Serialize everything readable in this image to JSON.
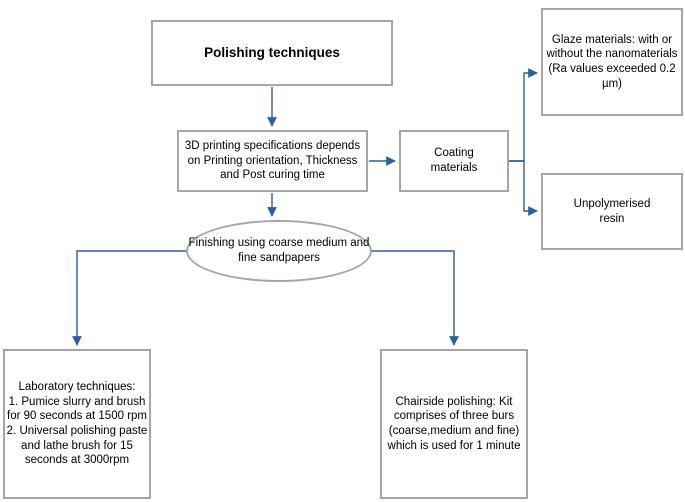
{
  "diagram": {
    "title": "Polishing techniques flowchart",
    "colors": {
      "node_border": "#a6a6a6",
      "connector": "#2e5fa3",
      "background": "#ffffff",
      "text": "#000000"
    },
    "nodes": {
      "polishing_techniques": {
        "label": "Polishing techniques",
        "shape": "rectangle"
      },
      "printing_specs": {
        "label": "3D printing specifications depends on Printing orientation, Thickness and Post curing time",
        "shape": "rounded-rectangle"
      },
      "coating_materials": {
        "label": "Coating\nmaterials",
        "shape": "rectangle"
      },
      "glaze_materials": {
        "label": "Glaze materials: with or without the nanomaterials (Ra values exceeded 0.2  µm)",
        "shape": "rectangle"
      },
      "unpolymerised_resin": {
        "label": "Unpolymerised\nresin",
        "shape": "rectangle"
      },
      "finishing": {
        "label": "Finishing using coarse medium and fine sandpapers",
        "shape": "ellipse"
      },
      "laboratory_techniques": {
        "label": "Laboratory techniques:\n1. Pumice slurry and brush for 90 seconds at 1500 rpm\n2. Universal polishing paste and lathe brush for 15 seconds at 3000rpm",
        "shape": "rectangle"
      },
      "chairside_polishing": {
        "label": "Chairside polishing: Kit comprises of three burs (coarse,medium and fine) which is used for 1 minute",
        "shape": "rectangle"
      }
    },
    "connectors": [
      {
        "name": "polishing-to-specs",
        "from": "polishing_techniques",
        "to": "printing_specs"
      },
      {
        "name": "specs-to-coating",
        "from": "printing_specs",
        "to": "coating_materials"
      },
      {
        "name": "coating-to-glaze",
        "from": "coating_materials",
        "to": "glaze_materials"
      },
      {
        "name": "coating-to-resin",
        "from": "coating_materials",
        "to": "unpolymerised_resin"
      },
      {
        "name": "specs-to-finishing",
        "from": "printing_specs",
        "to": "finishing"
      },
      {
        "name": "finishing-to-laboratory",
        "from": "finishing",
        "to": "laboratory_techniques"
      },
      {
        "name": "finishing-to-chairside",
        "from": "finishing",
        "to": "chairside_polishing"
      }
    ]
  }
}
